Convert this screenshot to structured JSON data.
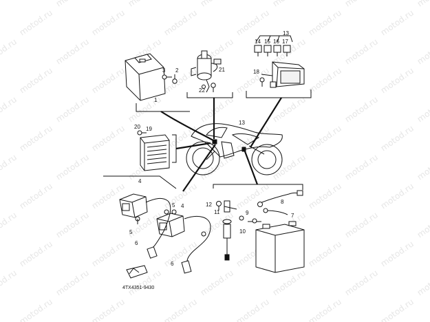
{
  "watermark": "motod.ru",
  "diagram_code": "4TX4351-9430",
  "callouts": [
    {
      "id": "c1",
      "label": "1"
    },
    {
      "id": "c2",
      "label": "2"
    },
    {
      "id": "c3",
      "label": "3"
    },
    {
      "id": "c4a",
      "label": "4"
    },
    {
      "id": "c4b",
      "label": "4"
    },
    {
      "id": "c5a",
      "label": "5"
    },
    {
      "id": "c5b",
      "label": "5"
    },
    {
      "id": "c6a",
      "label": "6"
    },
    {
      "id": "c6b",
      "label": "6"
    },
    {
      "id": "c7",
      "label": "7"
    },
    {
      "id": "c8",
      "label": "8"
    },
    {
      "id": "c9",
      "label": "9"
    },
    {
      "id": "c10",
      "label": "10"
    },
    {
      "id": "c11",
      "label": "11"
    },
    {
      "id": "c12",
      "label": "12"
    },
    {
      "id": "c13a",
      "label": "13"
    },
    {
      "id": "c13b",
      "label": "13"
    },
    {
      "id": "c14",
      "label": "14"
    },
    {
      "id": "c15",
      "label": "15"
    },
    {
      "id": "c16",
      "label": "16"
    },
    {
      "id": "c17",
      "label": "17"
    },
    {
      "id": "c18",
      "label": "18"
    },
    {
      "id": "c19",
      "label": "19"
    },
    {
      "id": "c20",
      "label": "20"
    },
    {
      "id": "c21",
      "label": "21"
    },
    {
      "id": "c22",
      "label": "22"
    }
  ]
}
